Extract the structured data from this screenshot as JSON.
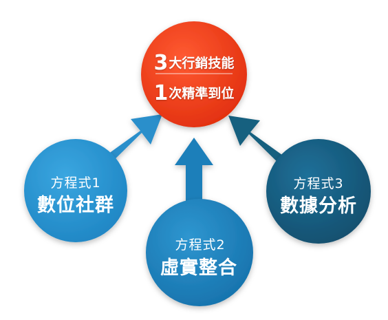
{
  "center": {
    "line1_num": "3",
    "line1_text": "大行銷技能",
    "line2_num": "1",
    "line2_text": "次精準到位"
  },
  "circles": [
    {
      "small": "方程式1",
      "big": "數位社群"
    },
    {
      "small": "方程式2",
      "big": "虛實整合"
    },
    {
      "small": "方程式3",
      "big": "數據分析"
    }
  ],
  "colors": {
    "center": "#ee3a1c",
    "circle1": "#2a93cf",
    "circle2": "#1e82bd",
    "circle3": "#165d80"
  }
}
